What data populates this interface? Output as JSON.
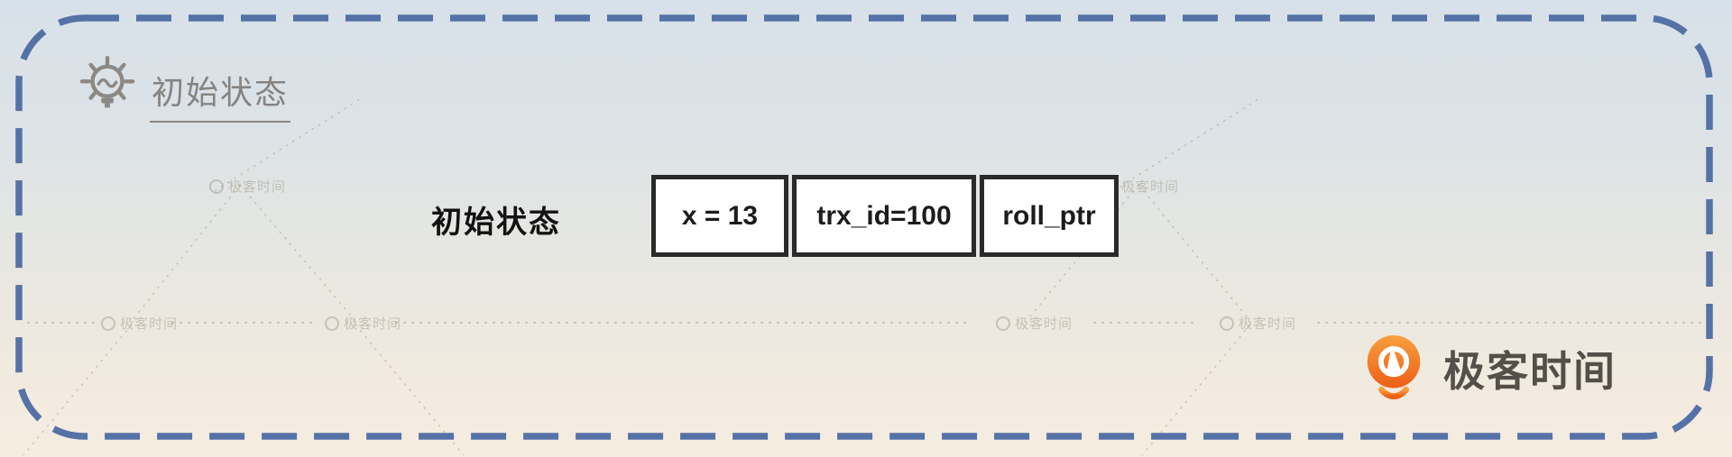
{
  "header": {
    "title": "初始状态"
  },
  "main": {
    "row_label": "初始状态",
    "record_cells": [
      {
        "label": "x = 13"
      },
      {
        "label": "trx_id=100"
      },
      {
        "label": "roll_ptr"
      }
    ]
  },
  "brand": {
    "name": "极客时间"
  },
  "watermark": {
    "text": "极客时间"
  },
  "colors": {
    "border_dash_blue": "#5572a7",
    "background_top": "#d7e1e9",
    "background_bottom": "#f6ede1",
    "box_border": "#2a2a2a",
    "box_fill": "#ffffff",
    "header_gray": "#878380",
    "brand_orange": "#ee6c1f",
    "brand_text": "#545049"
  }
}
